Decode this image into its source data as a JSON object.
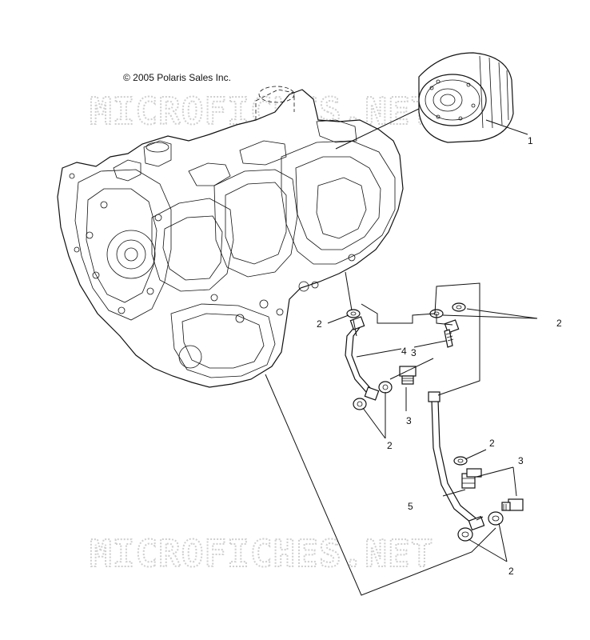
{
  "copyright": "© 2005 Polaris Sales Inc.",
  "watermarks": [
    "MICROFICHES.NET",
    "MICROFICHES.NET"
  ],
  "callouts": {
    "oil_filter": "1",
    "washers_upper_left": "2",
    "washers_upper_right": "2",
    "washers_lower_left": "2",
    "washer_right_mid": "2",
    "washers_bottom": "2",
    "bolt_upper": "3",
    "bolt_mid": "3",
    "bolt_lower_right": "3",
    "oil_line_upper": "4",
    "oil_line_lower": "5"
  }
}
